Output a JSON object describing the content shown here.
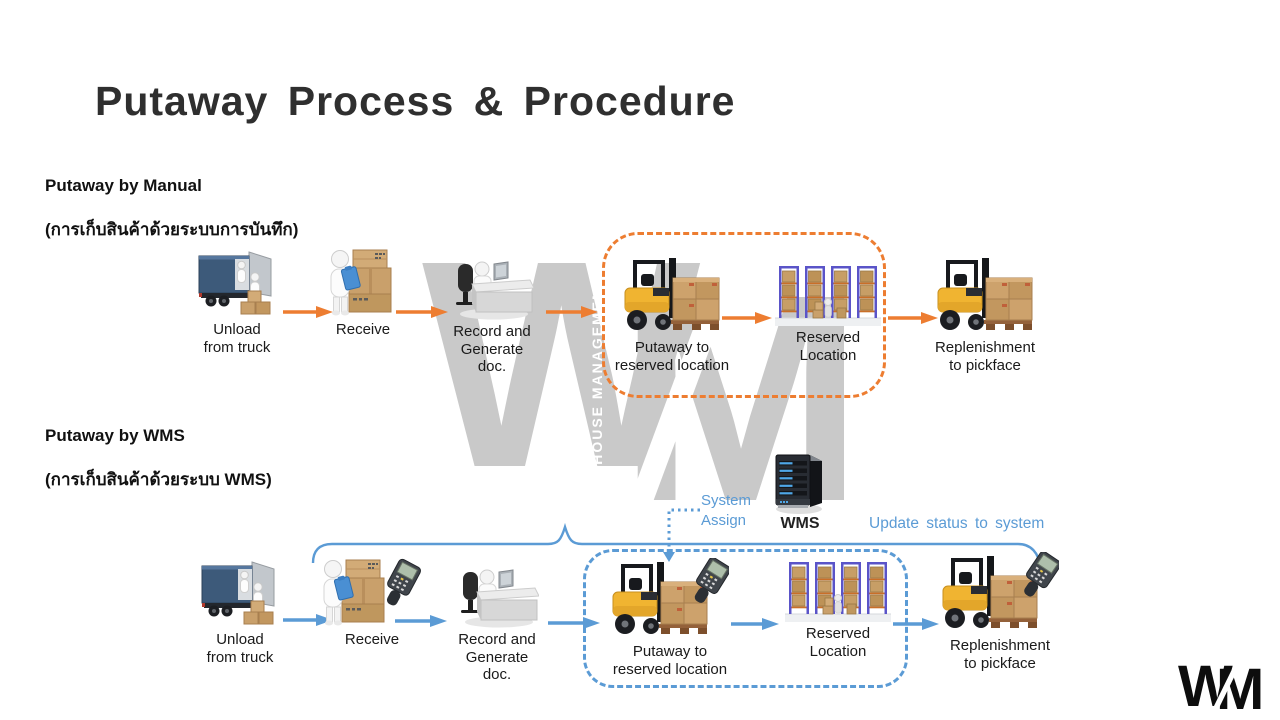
{
  "title": "Putaway Process & Procedure",
  "sections": {
    "manual": {
      "heading": "Putaway by Manual",
      "subheading": "(การเก็บสินค้าด้วยระบบการบันทึก)",
      "accent_color": "#ED7D31",
      "steps": [
        {
          "label": "Unload\nfrom truck",
          "icon": "truck-unload-icon"
        },
        {
          "label": "Receive",
          "icon": "receive-boxes-icon"
        },
        {
          "label": "Record and\nGenerate\ndoc.",
          "icon": "desk-computer-icon"
        },
        {
          "label": "Putaway to\nreserved location",
          "icon": "forklift-pallet-icon"
        },
        {
          "label": "Reserved\nLocation",
          "icon": "warehouse-rack-icon"
        },
        {
          "label": "Replenishment\nto pickface",
          "icon": "forklift-pallet-icon"
        }
      ]
    },
    "wms": {
      "heading": "Putaway by WMS",
      "subheading": "(การเก็บสินค้าด้วยระบบ WMS)",
      "accent_color": "#5B9BD5",
      "steps": [
        {
          "label": "Unload\nfrom truck",
          "icon": "truck-unload-icon"
        },
        {
          "label": "Receive",
          "icon": "receive-boxes-scanner-icon"
        },
        {
          "label": "Record and\nGenerate\ndoc.",
          "icon": "desk-computer-icon"
        },
        {
          "label": "Putaway to\nreserved location",
          "icon": "forklift-pallet-scanner-icon"
        },
        {
          "label": "Reserved\nLocation",
          "icon": "warehouse-rack-icon"
        },
        {
          "label": "Replenishment\nto pickface",
          "icon": "forklift-pallet-scanner-icon"
        }
      ]
    }
  },
  "annotations": {
    "system_assign": "System\nAssign",
    "wms_server_label": "WMS",
    "update_status": "Update status to system"
  },
  "watermark": {
    "w": "W",
    "m": "M",
    "label": "WAREHOUSE MANAGEMENT",
    "color": "#C9C9C9"
  },
  "logo": {
    "w": "W",
    "m": "M"
  }
}
